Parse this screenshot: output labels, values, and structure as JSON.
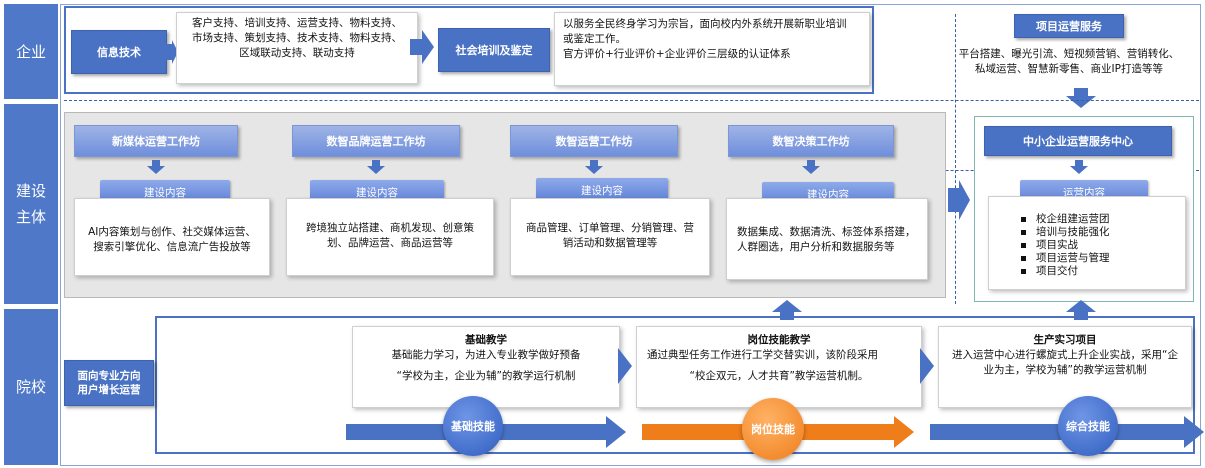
{
  "sections": {
    "enterprise": "企业",
    "builder": "建设\n主体",
    "school": "院校"
  },
  "enterprise": {
    "it_box": "信息技术",
    "it_services": [
      "客户支持、培训支持、运营支持、物料支持、",
      "市场支持、策划支持、技术支持、物料支持、",
      "区域联动支持、联动支持"
    ],
    "social_box": "社会培训及鉴定",
    "social_desc": [
      "以服务全民终身学习为宗旨，面向校内外系统开展新职业培训",
      "或鉴定工作。",
      "官方评价+行业评价+企业评价三层级的认证体系"
    ],
    "project_title": "项目运营服务",
    "project_desc": [
      "平台搭建、曝光引流、短视频营销、营销转化、",
      "私域运营、智慧新零售、商业IP打造等等"
    ]
  },
  "workshops": [
    {
      "title": "新媒体运营工作坊",
      "tag": "建设内容",
      "desc": [
        "AI内容策划与创作、社交媒体运营、",
        "搜索引擎优化、信息流广告投放等"
      ]
    },
    {
      "title": "数智品牌运营工作坊",
      "tag": "建设内容",
      "desc": [
        "跨境独立站搭建、商机发现、创意策",
        "划、品牌运营、商品运营等"
      ]
    },
    {
      "title": "数智运营工作坊",
      "tag": "建设内容",
      "desc": [
        "商品管理、订单管理、分销管理、营",
        "销活动和数据管理等"
      ]
    },
    {
      "title": "数智决策工作坊",
      "tag": "建设内容",
      "desc": [
        "数据集成、数据清洗、标签体系搭建，",
        "人群圈选，用户分析和数据服务等"
      ]
    }
  ],
  "sme_center": {
    "title": "中小企业运营服务中心",
    "tag": "运营内容",
    "items": [
      "校企组建运营团",
      "培训与技能强化",
      "项目实战",
      "项目运营与管理",
      "项目交付"
    ]
  },
  "school": {
    "growth_box": [
      "面向专业方向",
      "用户增长运营"
    ],
    "stages": [
      {
        "title": "基础教学",
        "desc": [
          "基础能力学习，为进入专业教学做好预备",
          "“学校为主，企业为辅”的教学运行机制"
        ],
        "skill": "基础技能"
      },
      {
        "title": "岗位技能教学",
        "desc": [
          "通过典型任务工作进行工学交替实训，该阶段采用",
          "“校企双元，人才共育”教学运营机制。"
        ],
        "skill": "岗位技能"
      },
      {
        "title": "生产实习项目",
        "desc": [
          "进入运营中心进行螺旋式上升企业实战，采用“企",
          "业为主，学校为辅”的教学运营机制"
        ],
        "skill": "综合技能"
      }
    ]
  },
  "colors": {
    "primary": "#4a72c4",
    "orange": "#ef7d1a",
    "gray_panel": "#e6e6e6"
  }
}
